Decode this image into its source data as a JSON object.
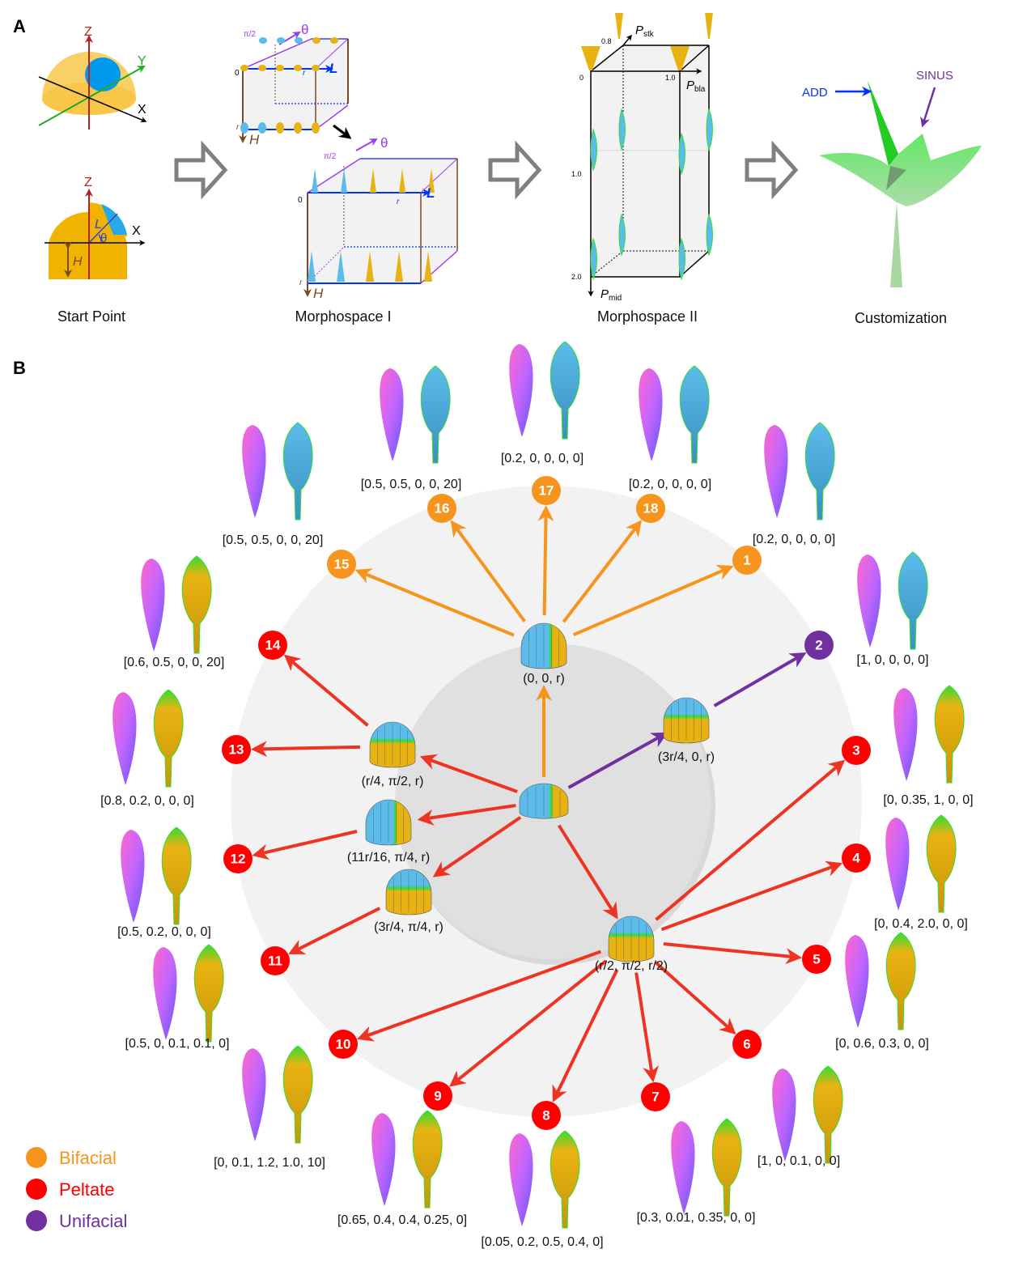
{
  "panel_a": {
    "label": "A",
    "start_point": {
      "title": "Start Point",
      "axes_top": {
        "z": "Z",
        "y": "Y",
        "x": "X"
      },
      "axes_bottom": {
        "z": "Z",
        "x": "X",
        "l": "L",
        "theta": "θ",
        "h": "H"
      }
    },
    "morphospace1": {
      "title": "Morphospace I",
      "axis_theta": "θ",
      "axis_l": "L",
      "axis_h": "H",
      "tick_pi2": "π/2",
      "tick_zero": "0",
      "tick_r": "r"
    },
    "morphospace2": {
      "title": "Morphospace II",
      "axis_stk": "P",
      "axis_stk_sub": "stk",
      "axis_bla": "P",
      "axis_bla_sub": "bla",
      "axis_mid": "P",
      "axis_mid_sub": "mid",
      "ticks": {
        "stk": "0.8",
        "bla": "1.0",
        "zero": "0",
        "mid1": "1.0",
        "mid2": "2.0"
      }
    },
    "customization": {
      "title": "Customization",
      "add_label": "ADD",
      "sinus_label": "SINUS"
    }
  },
  "panel_b": {
    "label": "B",
    "nodes": [
      {
        "id": "center",
        "label": ""
      },
      {
        "id": "n00r",
        "label": "(0, 0, r)"
      },
      {
        "id": "n3r40r",
        "label": "(3r/4, 0, r)"
      },
      {
        "id": "nr4",
        "label": "(r/4, π/2, r)"
      },
      {
        "id": "n11r16",
        "label": "(11r/16, π/4, r)"
      },
      {
        "id": "n3r4pi4",
        "label": "(3r/4, π/4, r)"
      },
      {
        "id": "nr2",
        "label": "(r/2, π/2, r/2)"
      }
    ],
    "badges": [
      {
        "num": "1",
        "type": "bifacial"
      },
      {
        "num": "2",
        "type": "unifacial"
      },
      {
        "num": "3",
        "type": "peltate"
      },
      {
        "num": "4",
        "type": "peltate"
      },
      {
        "num": "5",
        "type": "peltate"
      },
      {
        "num": "6",
        "type": "peltate"
      },
      {
        "num": "7",
        "type": "peltate"
      },
      {
        "num": "8",
        "type": "peltate"
      },
      {
        "num": "9",
        "type": "peltate"
      },
      {
        "num": "10",
        "type": "peltate"
      },
      {
        "num": "11",
        "type": "peltate"
      },
      {
        "num": "12",
        "type": "peltate"
      },
      {
        "num": "13",
        "type": "peltate"
      },
      {
        "num": "14",
        "type": "peltate"
      },
      {
        "num": "15",
        "type": "bifacial"
      },
      {
        "num": "16",
        "type": "bifacial"
      },
      {
        "num": "17",
        "type": "bifacial"
      },
      {
        "num": "18",
        "type": "bifacial"
      }
    ],
    "params": [
      {
        "for": "1",
        "text": "[0.2, 0, 0, 0, 0]"
      },
      {
        "for": "2",
        "text": "[1, 0, 0, 0, 0]"
      },
      {
        "for": "3",
        "text": "[0, 0.35, 1, 0, 0]"
      },
      {
        "for": "4",
        "text": "[0, 0.4, 2.0, 0, 0]"
      },
      {
        "for": "5",
        "text": "[0, 0.6, 0.3, 0, 0]"
      },
      {
        "for": "6",
        "text": "[1, 0, 0.1, 0, 0]"
      },
      {
        "for": "7",
        "text": "[0.3, 0.01, 0.35, 0, 0]"
      },
      {
        "for": "8",
        "text": "[0.05, 0.2, 0.5, 0.4, 0]"
      },
      {
        "for": "9",
        "text": "[0.65, 0.4, 0.4, 0.25, 0]"
      },
      {
        "for": "10",
        "text": "[0, 0.1, 1.2, 1.0, 10]"
      },
      {
        "for": "11",
        "text": "[0.5, 0, 0.1, 0.1, 0]"
      },
      {
        "for": "12",
        "text": "[0.5, 0.2, 0, 0, 0]"
      },
      {
        "for": "13",
        "text": "[0.8, 0.2, 0, 0, 0]"
      },
      {
        "for": "14",
        "text": "[0.6, 0.5, 0, 0, 20]"
      },
      {
        "for": "15",
        "text": "[0.5, 0.5, 0, 0, 20]"
      },
      {
        "for": "16",
        "text": "[0.5, 0.5, 0, 0, 20]"
      },
      {
        "for": "17",
        "text": "[0.2, 0, 0, 0, 0]"
      },
      {
        "for": "18",
        "text": "[0.2, 0, 0, 0, 0]"
      }
    ],
    "legend": [
      {
        "label": "Bifacial",
        "color": "#F7941D"
      },
      {
        "label": "Peltate",
        "color": "#FF0000"
      },
      {
        "label": "Unifacial",
        "color": "#7030A0"
      }
    ]
  },
  "colors": {
    "bifacial": "#F7941D",
    "peltate": "#FF0000",
    "unifacial": "#7030A0",
    "arrow_red": "#EE3322",
    "arrow_orange": "#F7941D",
    "arrow_purple": "#7030A0",
    "tissue_blue": "#5BBCEB",
    "tissue_yellow": "#E8B312",
    "tissue_green": "#33DD33",
    "outer_disc": "#F2F2F2",
    "inner_disc": "#E0E0E0"
  }
}
